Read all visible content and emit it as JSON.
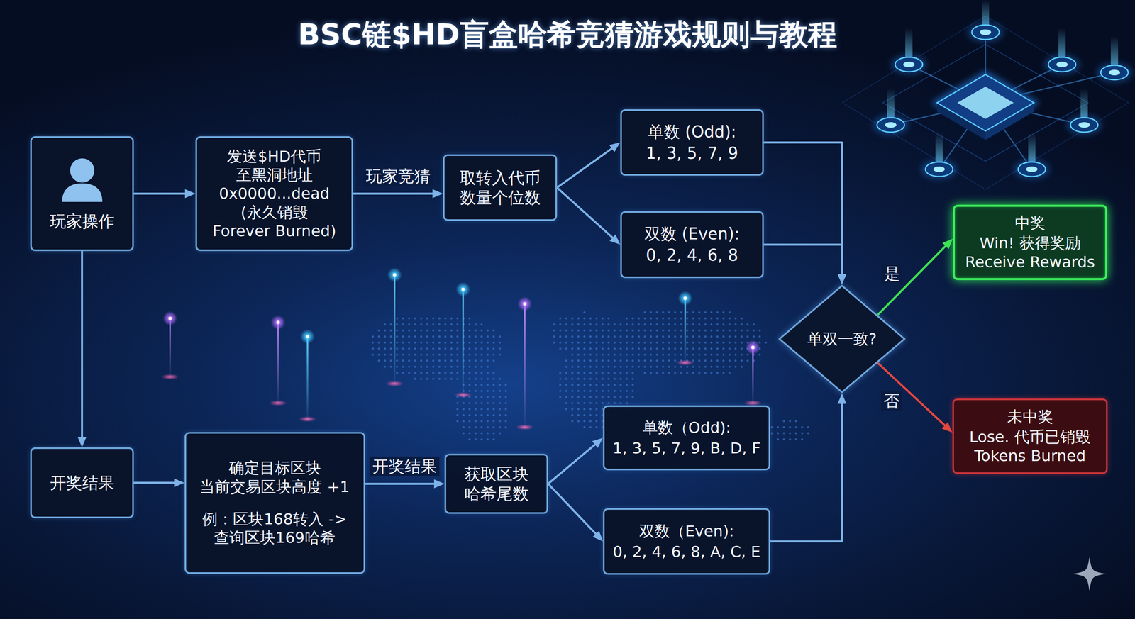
{
  "diagram": {
    "title": "BSC链$HD盲盒哈希竞猜游戏规则与教程",
    "nodes": [
      {
        "text": [
          "玩家操作"
        ]
      },
      {
        "text": [
          "发送$HD代币 至黑洞地址 0x0000...dead (永久销毁 Forever Burned)"
        ]
      },
      {
        "text": [
          "取转入代币 数量个位数"
        ]
      },
      {
        "text": [
          "单数 (Odd):",
          "1, 3, 5, 7, 9"
        ]
      },
      {
        "text": [
          "双数 (Even):",
          "0, 2, 4, 6, 8"
        ]
      },
      {
        "text": [
          "单双一致?"
        ]
      },
      {
        "text": [
          "中奖",
          "Win! 获得奖励 Receive Rewards"
        ]
      },
      {
        "text": [
          "未中奖",
          "Lose. 代币已销毁 Tokens Burned"
        ]
      },
      {
        "text": [
          "开奖结果"
        ]
      },
      {
        "text": [
          "确定目标区块 当前交易区块高度 +1",
          "例：区块168转入 -> 查询区块169哈希"
        ]
      },
      {
        "text": [
          "获取区块 哈希尾数"
        ]
      },
      {
        "text": [
          "单数（Odd):",
          "1, 3, 5, 7, 9, B, D, F"
        ]
      },
      {
        "text": [
          "双数（Even):",
          "0, 2, 4, 6, 8, A, C, E"
        ]
      }
    ],
    "edges": [
      {
        "from": 0,
        "to": 1,
        "arrow": "to"
      },
      {
        "from": 0,
        "to": 8,
        "arrow": "to"
      },
      {
        "from": 1,
        "to": 2,
        "label": "玩家竞猜",
        "arrow": "to"
      },
      {
        "from": 2,
        "to": 3,
        "arrow": "to"
      },
      {
        "from": 2,
        "to": 4,
        "arrow": "to"
      },
      {
        "from": 3,
        "to": 5,
        "arrow": "to"
      },
      {
        "from": 4,
        "to": 5,
        "arrow": "to"
      },
      {
        "from": 8,
        "to": 9,
        "arrow": "to"
      },
      {
        "from": 9,
        "to": 10,
        "label": "开奖结果",
        "arrow": "to"
      },
      {
        "from": 10,
        "to": 11,
        "arrow": "to"
      },
      {
        "from": 10,
        "to": 12,
        "arrow": "to"
      },
      {
        "from": 12,
        "to": 5,
        "arrow": "to"
      },
      {
        "from": 5,
        "to": 6,
        "label": "是",
        "arrow": "to"
      },
      {
        "from": 5,
        "to": 7,
        "label": "否",
        "arrow": "to"
      }
    ]
  }
}
